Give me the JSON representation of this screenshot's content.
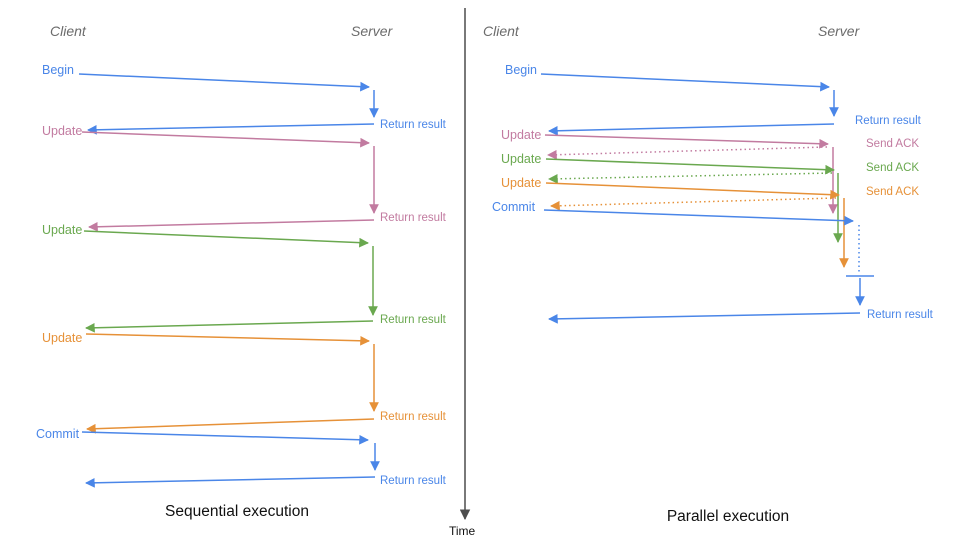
{
  "palette": {
    "blue": "#4a86e8",
    "pink": "#c27ba0",
    "green": "#6aa84f",
    "orange": "#e69138",
    "axis": "#4d4d4d",
    "header": "#6b6b6b",
    "title": "#111111"
  },
  "time_axis": {
    "label": "Time"
  },
  "left": {
    "title": "Sequential execution",
    "client_header": "Client",
    "server_header": "Server",
    "messages": [
      {
        "label": "Begin",
        "color": "blue",
        "response": "Return result",
        "response_style": "solid"
      },
      {
        "label": "Update",
        "color": "pink",
        "response": "Return result",
        "response_style": "solid"
      },
      {
        "label": "Update",
        "color": "green",
        "response": "Return result",
        "response_style": "solid"
      },
      {
        "label": "Update",
        "color": "orange",
        "response": "Return result",
        "response_style": "solid"
      },
      {
        "label": "Commit",
        "color": "blue",
        "response": "Return result",
        "response_style": "solid"
      }
    ]
  },
  "right": {
    "title": "Parallel execution",
    "client_header": "Client",
    "server_header": "Server",
    "messages": [
      {
        "label": "Begin",
        "color": "blue",
        "response": "Return result",
        "response_style": "solid"
      },
      {
        "label": "Update",
        "color": "pink",
        "response": "Send ACK",
        "response_style": "dotted"
      },
      {
        "label": "Update",
        "color": "green",
        "response": "Send ACK",
        "response_style": "dotted"
      },
      {
        "label": "Update",
        "color": "orange",
        "response": "Send ACK",
        "response_style": "dotted"
      },
      {
        "label": "Commit",
        "color": "blue",
        "response": "Return result",
        "response_style": "solid"
      }
    ]
  }
}
